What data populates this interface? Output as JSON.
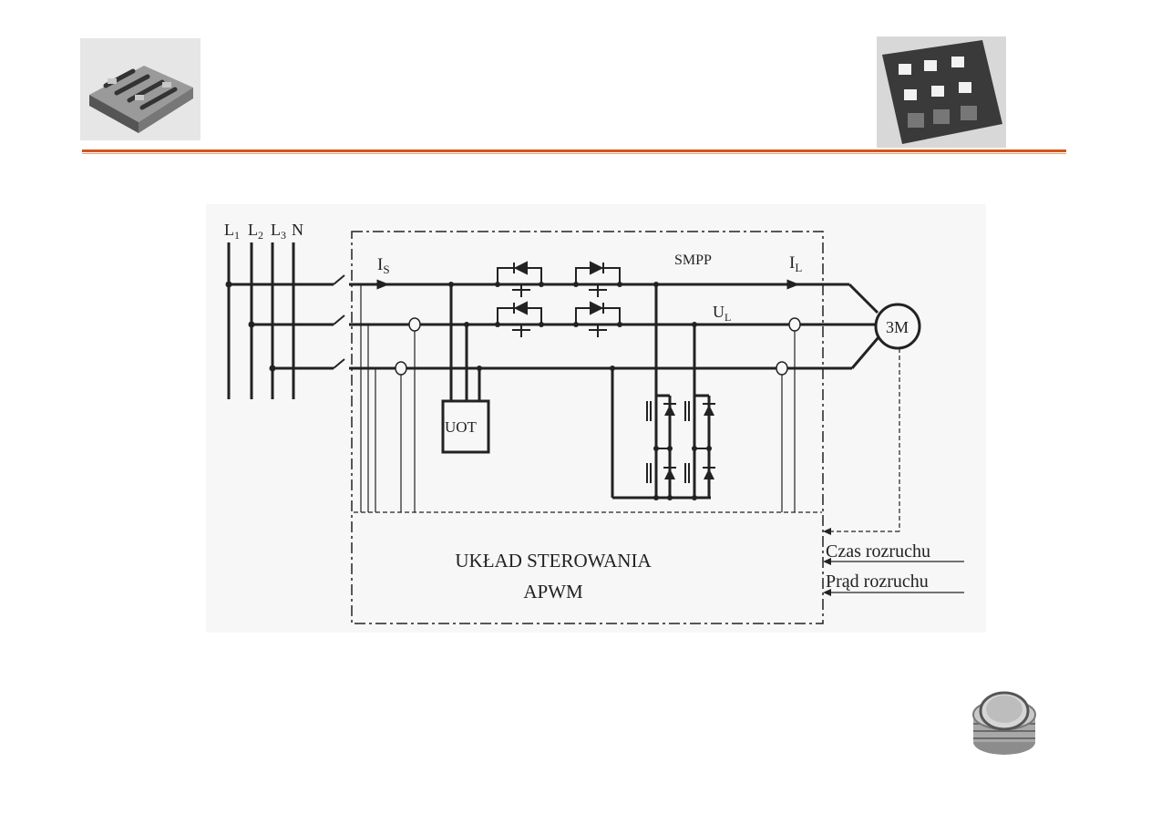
{
  "diagram": {
    "lines": {
      "l1": "L",
      "l1_sub": "1",
      "l2": "L",
      "l2_sub": "2",
      "l3": "L",
      "l3_sub": "3",
      "neutral": "N"
    },
    "current_in": "I",
    "current_in_sub": "S",
    "current_out": "I",
    "current_out_sub": "L",
    "voltage_out": "U",
    "voltage_out_sub": "L",
    "switch_block": "SMPP",
    "motor": "3M",
    "uot_block": "UOT",
    "control_line1": "UKŁAD STEROWANIA",
    "control_line2": "APWM",
    "input_time": "Czas rozruchu",
    "input_current": "Prąd rozruchu"
  },
  "images": {
    "top_left": "power-module-photo",
    "top_right": "igbt-module-photo",
    "bottom_right": "press-pack-thyristor-photo"
  },
  "colors": {
    "accent_rule": "#d2561f",
    "line": "#222222"
  }
}
